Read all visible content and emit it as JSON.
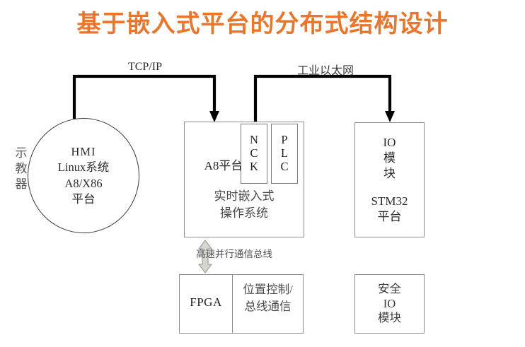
{
  "title": "基于嵌入式平台的分布式结构设计",
  "theme": {
    "title_color": "#e8762c",
    "node_stroke": "#8d8d8d",
    "circle_stroke": "#3a3a3a",
    "wire_color": "#000000",
    "bus_arrow_color": "#b8b8b8",
    "background": "#ffffff"
  },
  "nodes": {
    "hmi": {
      "side_label": "示教器",
      "side_label_chars": [
        "示",
        "教",
        "器"
      ],
      "lines": [
        "HMI",
        "Linux系统",
        "A8/X86",
        "平台"
      ]
    },
    "a8": {
      "label": "A8平台",
      "os_lines": [
        "实时嵌入式",
        "操作系统"
      ],
      "nck": {
        "label": "NCK",
        "chars": [
          "N",
          "C",
          "K"
        ]
      },
      "plc": {
        "label": "PLC",
        "chars": [
          "P",
          "L",
          "C"
        ]
      }
    },
    "io_module": {
      "top_lines": [
        "IO",
        "模",
        "块"
      ],
      "bottom_lines": [
        "STM32",
        "平台"
      ]
    },
    "fpga": {
      "label": "FPGA",
      "function_lines": [
        "位置控制/",
        "总线通信"
      ]
    },
    "safety_io": {
      "lines": [
        "安全",
        "IO",
        "模块"
      ]
    }
  },
  "connections": {
    "tcpip": {
      "label": "TCP/IP",
      "from": "hmi",
      "to": "a8"
    },
    "industrial_ethernet": {
      "label": "工业以太网",
      "from": "a8-nck",
      "to": "io_module"
    },
    "parallel_bus": {
      "label": "高速并行通信总线",
      "from": "a8",
      "to": "fpga",
      "bidirectional": true
    }
  }
}
